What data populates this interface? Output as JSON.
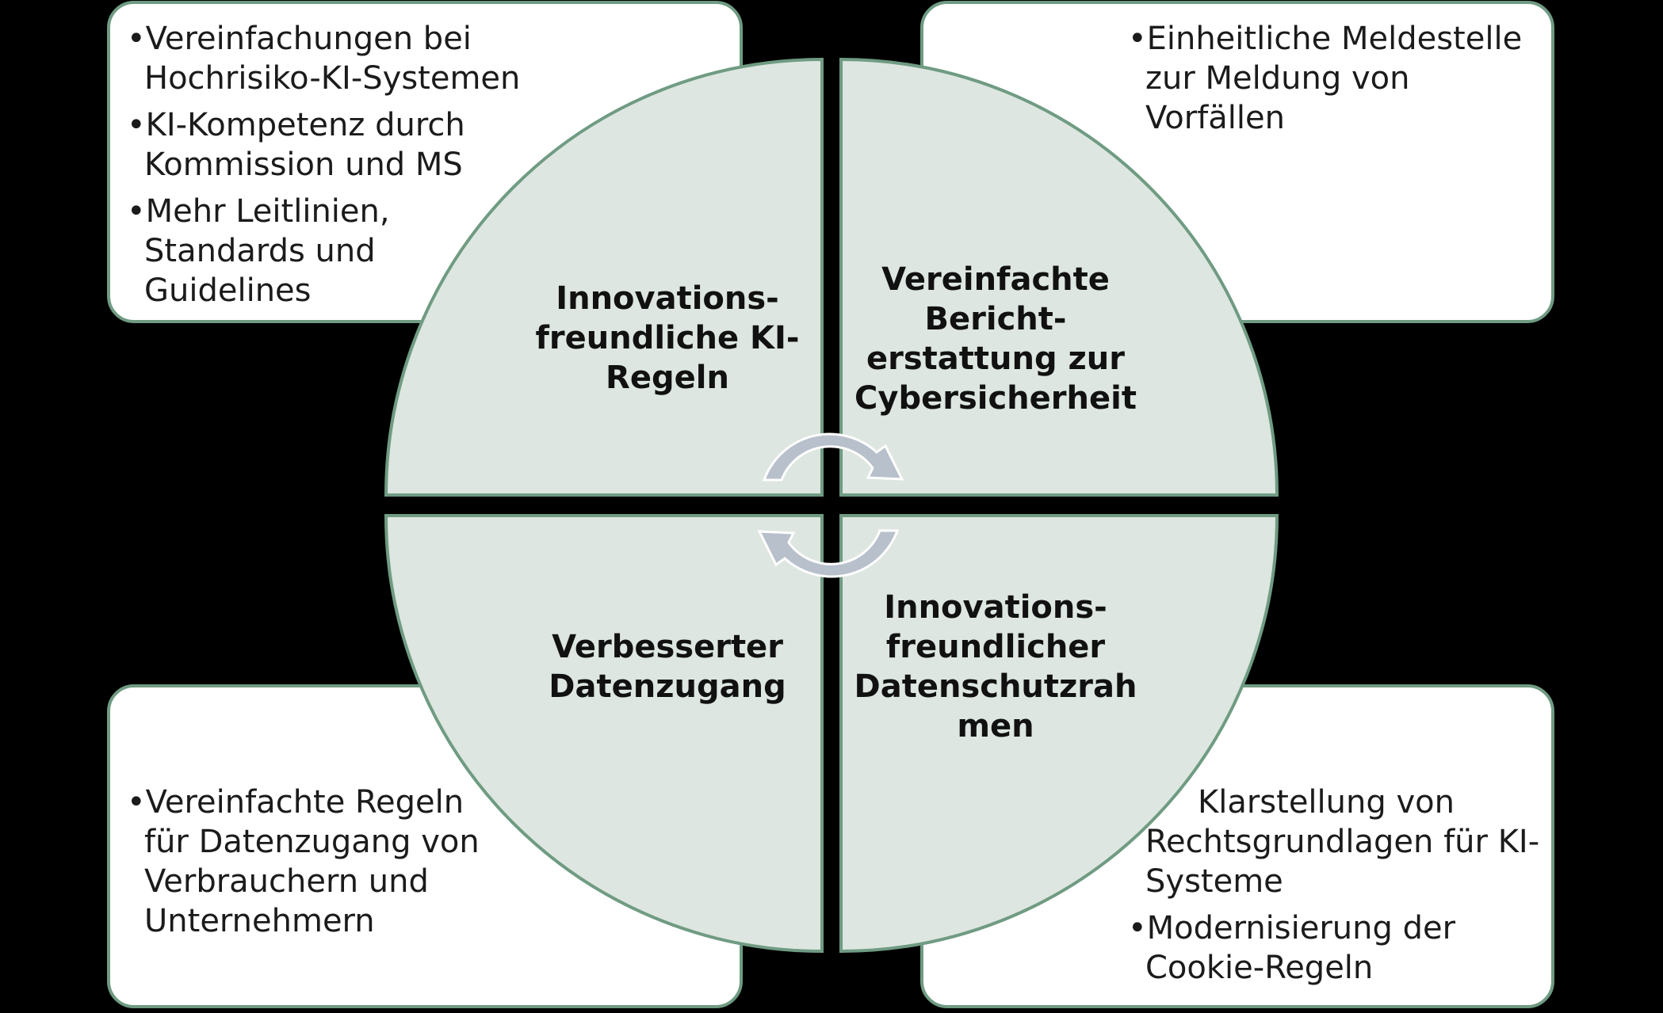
{
  "colors": {
    "background": "#000000",
    "box_fill": "#ffffff",
    "border": "#6f9b82",
    "quadrant_fill": "#dde6e0",
    "arrow_fill": "#b7c0cb",
    "arrow_stroke": "#ffffff",
    "text": "#1b1b1b"
  },
  "quadrants": {
    "top_left": {
      "title_lines": [
        "Innovations-",
        "freundliche KI-",
        "Regeln"
      ]
    },
    "top_right": {
      "title_lines": [
        "Vereinfachte",
        "Bericht-",
        "erstattung zur",
        "Cybersicherheit"
      ]
    },
    "bottom_left": {
      "title_lines": [
        "Verbesserter",
        "Datenzugang"
      ]
    },
    "bottom_right": {
      "title_lines": [
        "Innovations-",
        "freundlicher",
        "Datenschutzrah",
        "men"
      ]
    }
  },
  "boxes": {
    "top_left": {
      "items": [
        {
          "bullet": "•",
          "lines": [
            "Vereinfachungen bei",
            "Hochrisiko-KI-Systemen"
          ]
        },
        {
          "bullet": "•",
          "lines": [
            "KI-Kompetenz durch",
            "Kommission und MS"
          ]
        },
        {
          "bullet": "•",
          "lines": [
            "Mehr Leitlinien,",
            "Standards und",
            "Guidelines"
          ]
        }
      ]
    },
    "top_right": {
      "items": [
        {
          "bullet": "•",
          "lines": [
            "Einheitliche Meldestelle",
            "zur Meldung von",
            "Vorfällen"
          ]
        }
      ]
    },
    "bottom_left": {
      "items": [
        {
          "bullet": "•",
          "lines": [
            "Vereinfachte Regeln",
            "für Datenzugang von",
            "Verbrauchern und",
            "Unternehmern"
          ]
        }
      ]
    },
    "bottom_right": {
      "items": [
        {
          "bullet": "",
          "lines": [
            "Klarstellung von",
            "Rechtsgrundlagen für KI-",
            "Systeme"
          ]
        },
        {
          "bullet": "•",
          "lines": [
            "Modernisierung der",
            "Cookie-Regeln"
          ]
        }
      ]
    }
  },
  "icons": {
    "cycle": "circular-arrows-icon"
  }
}
